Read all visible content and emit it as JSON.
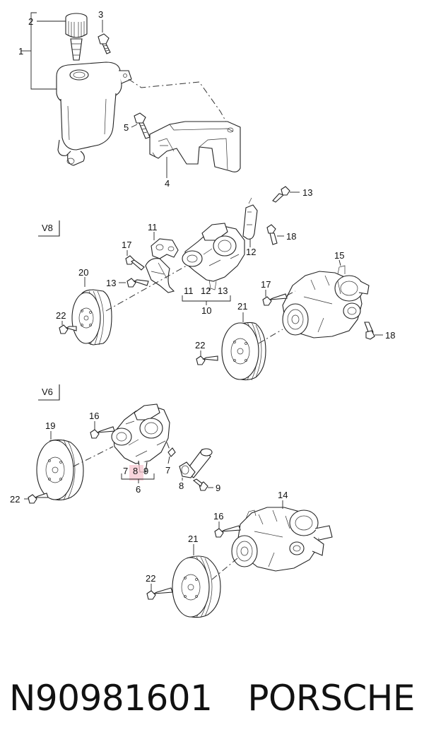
{
  "diagram": {
    "callouts": {
      "reservoir_group": "1",
      "reservoir_cap": "2",
      "bolt_top": "3",
      "bracket": "4",
      "bracket_bolt": "5",
      "v8_bracket_11": "11",
      "v8_bolt_13_top": "13",
      "v8_bolt_17": "17",
      "v8_bolt_18_top": "18",
      "v8_bracket_12": "12",
      "v8_pulley_20": "20",
      "v8_bolt_13_mid": "13",
      "v8_group_11": "11",
      "v8_group_12": "12",
      "v8_group_13": "13",
      "v8_group_10": "10",
      "v8_pump_15": "15",
      "v8_bolt_17_right": "17",
      "v8_bolt_18_right": "18",
      "v8_bolt_22_left": "22",
      "v8_pulley_21": "21",
      "v8_bolt_22_right": "22",
      "v6_bolt_16": "16",
      "v6_pulley_19": "19",
      "v6_group_7": "7",
      "v6_group_8": "8",
      "v6_group_9": "9",
      "v6_group_6": "6",
      "v6_seal_7": "7",
      "v6_clamp_8": "8",
      "v6_bolt_9": "9",
      "v6_bolt_22": "22",
      "v6_pump_14": "14",
      "v6_bolt_16_lower": "16",
      "v6_pulley_21": "21",
      "v6_bolt_22_lower": "22"
    },
    "sections": {
      "v8": "V8",
      "v6": "V6"
    },
    "highlight_color": "#f6c6cf"
  },
  "footer": {
    "part_number": "N90981601",
    "brand": "PORSCHE"
  }
}
